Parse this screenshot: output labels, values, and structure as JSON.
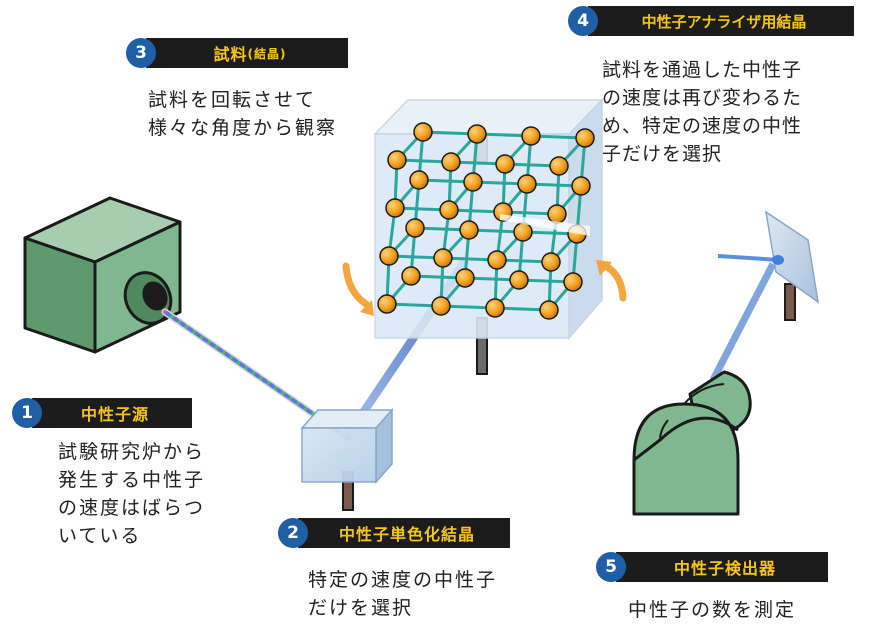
{
  "labels": {
    "source": {
      "number": "1",
      "title": "中性子源",
      "desc": [
        "試験研究炉から",
        "発生する中性子",
        "の速度はばらつ",
        "いている"
      ]
    },
    "mono": {
      "number": "2",
      "title": "中性子単色化結晶",
      "desc": [
        "特定の速度の中性子",
        "だけを選択"
      ]
    },
    "sample": {
      "number": "3",
      "title_main": "試料",
      "title_sub": "(結晶)",
      "desc": [
        "試料を回転させて",
        "様々な角度から観察"
      ]
    },
    "analyzer": {
      "number": "4",
      "title": "中性子アナライザ用結晶",
      "desc": [
        "試料を通過した中性子",
        "の速度は再び変わるた",
        "め、特定の速度の中性",
        "子だけを選択"
      ]
    },
    "detector": {
      "number": "5",
      "title": "中性子検出器",
      "desc": [
        "中性子の数を測定"
      ]
    }
  },
  "colors": {
    "badge": "#1f5fa6",
    "bar": "#1c1c1c",
    "bar_text": "#f5c518",
    "device_green": "#7fb88e",
    "atom": "#f2a01e",
    "bond": "#2aa79b",
    "beam": "#4a7fd0",
    "arrow": "#f3a640"
  }
}
